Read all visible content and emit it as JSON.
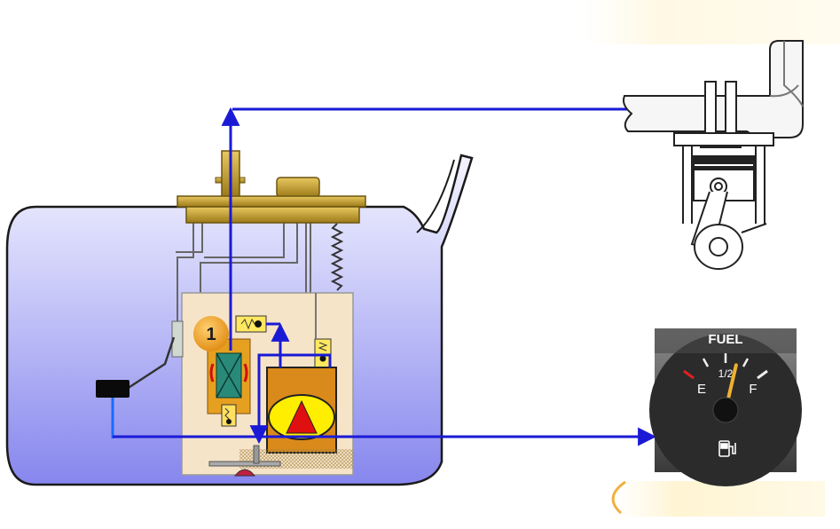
{
  "callout": {
    "number": "1"
  },
  "gauge": {
    "title": "FUEL",
    "empty_label": "E",
    "half_label": "1/2",
    "full_label": "F",
    "level_fraction": 0.62,
    "icon": "fuel-pump-icon"
  },
  "colors": {
    "tank_fill_top": "#eef0ff",
    "tank_fill_bottom": "#8f8ff0",
    "flow_line": "#1a1ad6",
    "flange": "#c9a227",
    "module_fill": "#f6e4c8",
    "pump_fill": "#d98a1a",
    "pump_warning": "#e01010",
    "callout_fill": "#f0a030",
    "gauge_face": "#2b2b2b",
    "needle": "#f0b030"
  }
}
